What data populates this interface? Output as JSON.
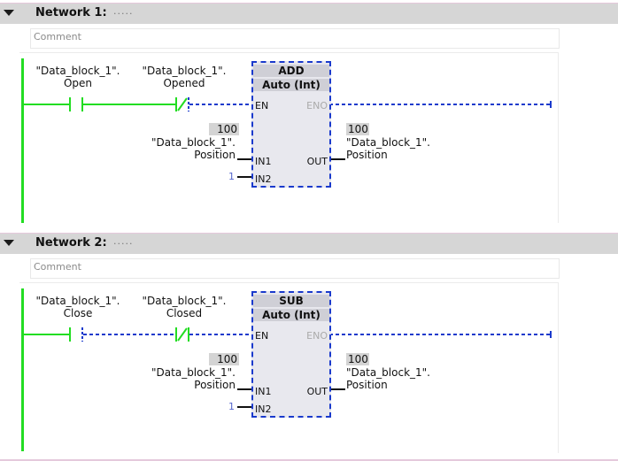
{
  "networks": [
    {
      "title": "Network 1:",
      "dots": ".....",
      "comment": "Comment",
      "contact1": {
        "label1": "\"Data_block_1\".",
        "label2": "Open"
      },
      "contact2": {
        "label1": "\"Data_block_1\".",
        "label2": "Opened"
      },
      "block": {
        "name": "ADD",
        "type": "Auto (Int)",
        "en": "EN",
        "eno": "ENO",
        "in1": "IN1",
        "in2": "IN2",
        "out": "OUT"
      },
      "in1": {
        "value": "100",
        "label1": "\"Data_block_1\".",
        "label2": "Position"
      },
      "in2_const": "1",
      "out": {
        "value": "100",
        "label1": "\"Data_block_1\".",
        "label2": "Position"
      }
    },
    {
      "title": "Network 2:",
      "dots": ".....",
      "comment": "Comment",
      "contact1": {
        "label1": "\"Data_block_1\".",
        "label2": "Close"
      },
      "contact2": {
        "label1": "\"Data_block_1\".",
        "label2": "Closed"
      },
      "block": {
        "name": "SUB",
        "type": "Auto (Int)",
        "en": "EN",
        "eno": "ENO",
        "in1": "IN1",
        "in2": "IN2",
        "out": "OUT"
      },
      "in1": {
        "value": "100",
        "label1": "\"Data_block_1\".",
        "label2": "Position"
      },
      "in2_const": "1",
      "out": {
        "value": "100",
        "label1": "\"Data_block_1\".",
        "label2": "Position"
      }
    }
  ],
  "colors": {
    "powered": "#22dd22",
    "unpowered": "#1a3acc",
    "negated_contact": "#22dd22"
  }
}
